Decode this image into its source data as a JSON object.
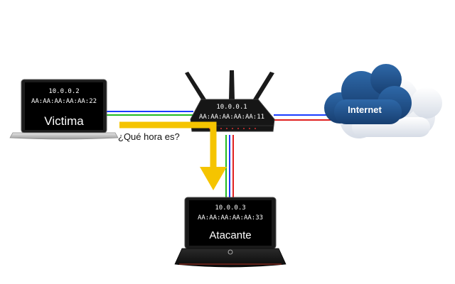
{
  "colors": {
    "wire_blue": "#1a3cff",
    "wire_green": "#22bb22",
    "wire_red": "#e02020",
    "flow_yellow": "#f5c400",
    "cloud_blue": "#1d4e8a"
  },
  "victim": {
    "ip": "10.0.0.2",
    "mac": "AA:AA:AA:AA:AA:22",
    "label": "Victima",
    "icon": "laptop-icon"
  },
  "router": {
    "ip": "10.0.0.1",
    "mac": "AA:AA:AA:AA:AA:11",
    "icon": "router-icon"
  },
  "attacker": {
    "ip": "10.0.0.3",
    "mac": "AA:AA:AA:AA:AA:33",
    "label": "Atacante",
    "icon": "laptop-icon"
  },
  "internet": {
    "label": "Internet",
    "icon": "cloud-icon"
  },
  "message": {
    "text": "¿Qué hora es?",
    "icon": "arrow-down-icon"
  }
}
